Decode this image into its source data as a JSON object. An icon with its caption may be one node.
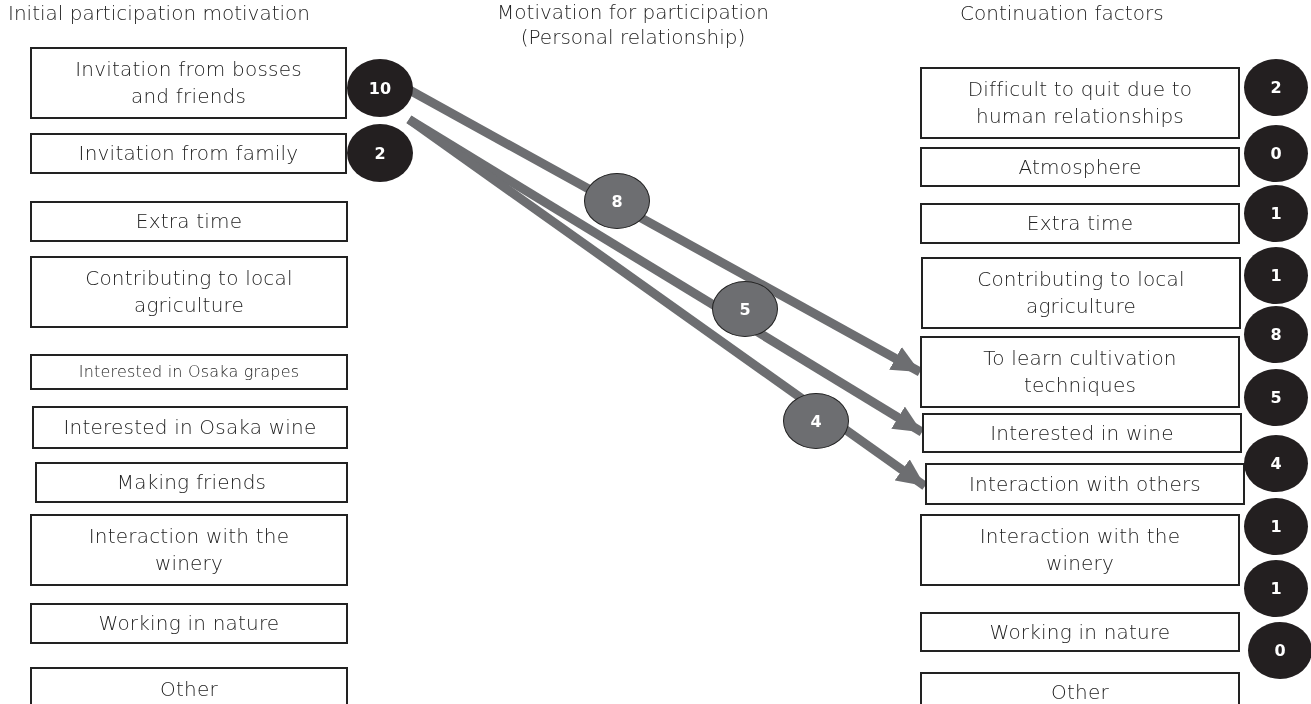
{
  "diagram": {
    "nodes": [
      {
        "text": [
          "Invitation from bosses and friends"
        ]
      },
      {
        "text": [
          "Invitation from family"
        ]
      },
      {
        "text": [
          "Extra time"
        ]
      },
      {
        "text": [
          "Contributing to local agriculture"
        ]
      },
      {
        "text": [
          "Interested in Osaka grapes"
        ]
      },
      {
        "text": [
          "Interested in Osaka wine"
        ]
      },
      {
        "text": [
          "Making friends"
        ]
      },
      {
        "text": [
          "Interaction with the winery"
        ]
      },
      {
        "text": [
          "Working in nature"
        ]
      },
      {
        "text": [
          "Other"
        ]
      },
      {
        "text": [
          "10"
        ]
      },
      {
        "text": [
          "2"
        ]
      },
      {
        "text": [
          "Difficult to quit due to human relationships"
        ]
      },
      {
        "text": [
          "Atmosphere"
        ]
      },
      {
        "text": [
          "Extra time"
        ]
      },
      {
        "text": [
          "Contributing to local agriculture"
        ]
      },
      {
        "text": [
          "To learn cultivation techniques"
        ]
      },
      {
        "text": [
          "Interested in wine"
        ]
      },
      {
        "text": [
          "Interaction with others"
        ]
      },
      {
        "text": [
          "Interaction with the winery"
        ]
      },
      {
        "text": [
          "Working in nature"
        ]
      },
      {
        "text": [
          "Other"
        ]
      },
      {
        "text": [
          "2"
        ]
      },
      {
        "text": [
          "0"
        ]
      },
      {
        "text": [
          "1"
        ]
      },
      {
        "text": [
          "1"
        ]
      },
      {
        "text": [
          "8"
        ]
      },
      {
        "text": [
          "5"
        ]
      },
      {
        "text": [
          "4"
        ]
      },
      {
        "text": [
          "1"
        ]
      },
      {
        "text": [
          "1"
        ]
      },
      {
        "text": [
          "0"
        ]
      }
    ],
    "edges": [
      {
        "from": 10,
        "to": 16,
        "arrow": "to",
        "label": "8"
      },
      {
        "from": 10,
        "to": 17,
        "arrow": "to",
        "label": "5"
      },
      {
        "from": 10,
        "to": 18,
        "arrow": "to",
        "label": "4"
      }
    ],
    "labels": [
      "Initial participation motivation",
      "Motivation for participation (Personal relationship)",
      "Continuation factors"
    ]
  }
}
